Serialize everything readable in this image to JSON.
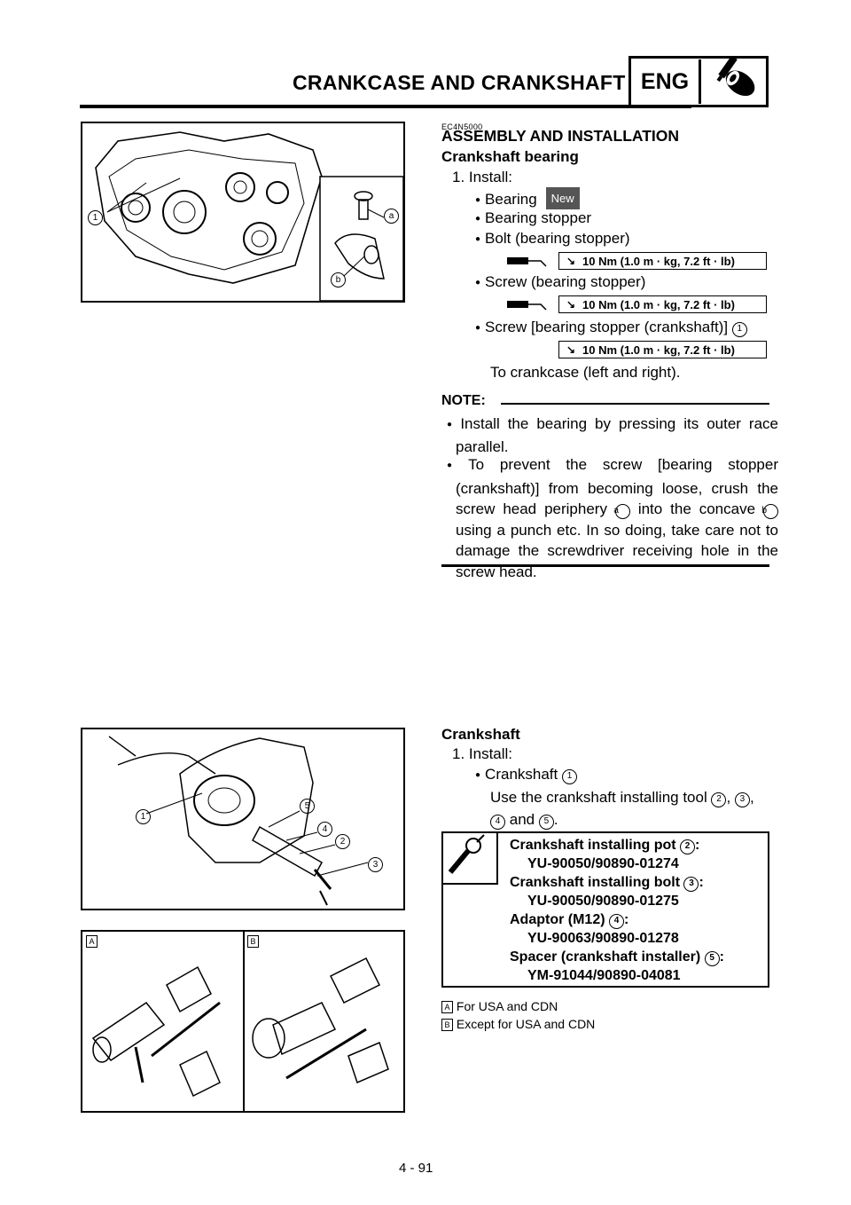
{
  "header": {
    "title": "CRANKCASE AND CRANKSHAFT",
    "section": "ENG",
    "section_icon": "wrench-bolt-icon"
  },
  "assembly": {
    "code": "EC4N5000",
    "heading": "ASSEMBLY AND INSTALLATION",
    "subheading": "Crankshaft bearing",
    "step": "1.  Install:",
    "items": [
      "Bearing",
      "Bearing stopper",
      "Bolt (bearing stopper)",
      "Screw (bearing stopper)",
      "Screw [bearing stopper (crankshaft)]"
    ],
    "new_badge": "New",
    "torque": "10 Nm (1.0 m · kg, 7.2 ft · lb)",
    "ref1": "1",
    "to_crankcase": "To crankcase (left and right).",
    "note_label": "NOTE:",
    "note1": "Install the bearing by pressing its outer race parallel.",
    "note2_a": "To prevent the screw [bearing stopper (crankshaft)] from becoming loose, crush the screw head periphery",
    "note2_ref_a": "a",
    "note2_b": "into the concave",
    "note2_ref_b": "b",
    "note2_c": "using a punch etc. In so doing, take care not to damage the screwdriver receiving hole in the screw head."
  },
  "fig1": {
    "callouts": [
      "1",
      "a",
      "b"
    ]
  },
  "crankshaft": {
    "heading": "Crankshaft",
    "step": "1.  Install:",
    "item": "Crankshaft",
    "ref1": "1",
    "use_text": "Use the crankshaft installing tool",
    "refs": [
      "2",
      "3",
      "4",
      "5"
    ],
    "and": "and"
  },
  "tools": [
    {
      "name": "Crankshaft installing pot",
      "ref": "2",
      "part": "YU-90050/90890-01274"
    },
    {
      "name": "Crankshaft installing bolt",
      "ref": "3",
      "part": "YU-90050/90890-01275"
    },
    {
      "name": "Adaptor (M12)",
      "ref": "4",
      "part": "YU-90063/90890-01278"
    },
    {
      "name": "Spacer (crankshaft installer)",
      "ref": "5",
      "part": "YM-91044/90890-04081"
    }
  ],
  "fig2": {
    "callouts": [
      "1",
      "5",
      "4",
      "2",
      "3"
    ]
  },
  "fig3": {
    "panel_a": "A",
    "panel_b": "B"
  },
  "legend": [
    {
      "key": "A",
      "text": "For USA and CDN"
    },
    {
      "key": "B",
      "text": "Except for USA and CDN"
    }
  ],
  "page_number": "4 - 91"
}
